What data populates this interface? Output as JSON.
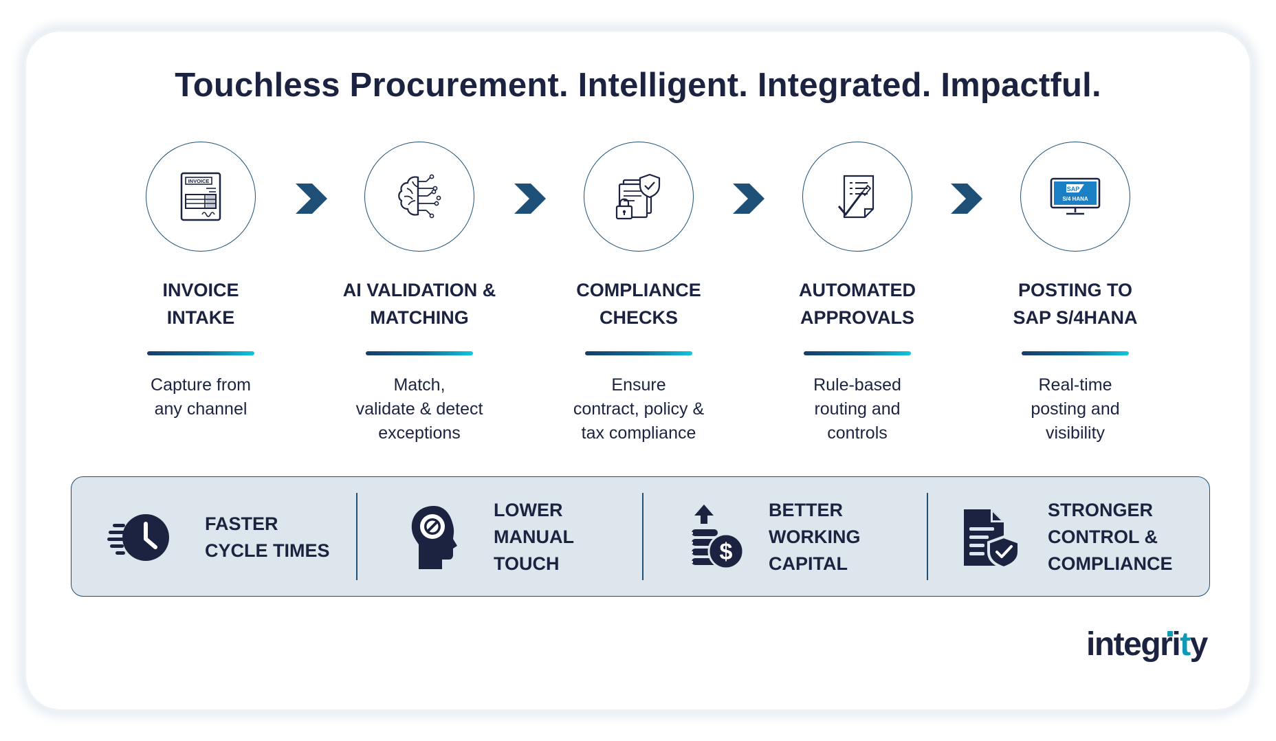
{
  "title": "Touchless Procurement. Intelligent. Integrated. Impactful.",
  "colors": {
    "navy": "#1b2340",
    "blue": "#1d4f77",
    "teal": "#11c6dc",
    "panel": "#dde5ed"
  },
  "steps": [
    {
      "icon": "invoice-icon",
      "icon_text": "INVOICE",
      "title": "INVOICE\nINTAKE",
      "description": "Capture from\nany channel"
    },
    {
      "icon": "ai-brain-icon",
      "title": "AI VALIDATION &\nMATCHING",
      "description": "Match,\nvalidate & detect\nexceptions"
    },
    {
      "icon": "compliance-lock-shield-icon",
      "title": "COMPLIANCE\nCHECKS",
      "description": "Ensure\ncontract, policy &\ntax compliance"
    },
    {
      "icon": "approval-document-check-icon",
      "title": "AUTOMATED\nAPPROVALS",
      "description": "Rule-based\nrouting and\ncontrols"
    },
    {
      "icon": "sap-monitor-icon",
      "icon_text": "SAP",
      "icon_subtext": "S/4 HANA",
      "title": "POSTING TO\nSAP S/4HANA",
      "description": "Real-time\nposting and\nvisibility"
    }
  ],
  "benefits": [
    {
      "icon": "fast-clock-icon",
      "label": "FASTER\nCYCLE TIMES"
    },
    {
      "icon": "no-manual-head-icon",
      "label": "LOWER\nMANUAL\nTOUCH"
    },
    {
      "icon": "coins-dollar-arrow-icon",
      "label": "BETTER\nWORKING\nCAPITAL"
    },
    {
      "icon": "document-shield-check-icon",
      "label": "STRONGER\nCONTROL &\nCOMPLIANCE"
    }
  ],
  "brand": {
    "name": "integrity",
    "prefix": "integri",
    "mid": "t",
    "suffix": "y"
  }
}
